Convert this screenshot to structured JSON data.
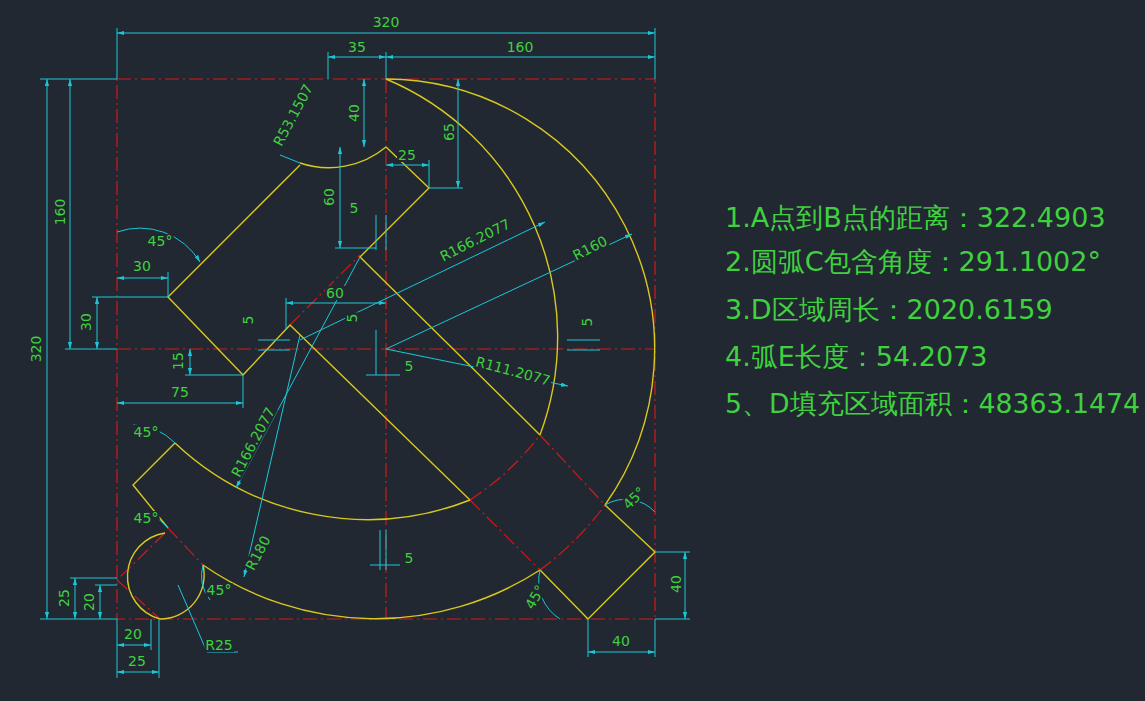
{
  "diagram": {
    "labels": [
      "320",
      "35",
      "160",
      "R53.1507",
      "40",
      "25",
      "65",
      "60",
      "5",
      "45°",
      "160",
      "R166.2077",
      "R160",
      "320",
      "30",
      "30",
      "60",
      "5",
      "5",
      "5",
      "15",
      "5",
      "R111.2077",
      "75",
      "45°",
      "R166.2077",
      "45°",
      "45°",
      "R180",
      "5",
      "45°",
      "25",
      "20",
      "45°",
      "40",
      "20",
      "25",
      "R25",
      "40",
      "1.A点到B点的距离：322.4903",
      "2.圆弧C包含角度：291.1002°",
      "3.D区域周长：2020.6159",
      "4.弧E长度：54.2073",
      "5、D填充区域面积：48363.1474"
    ]
  }
}
